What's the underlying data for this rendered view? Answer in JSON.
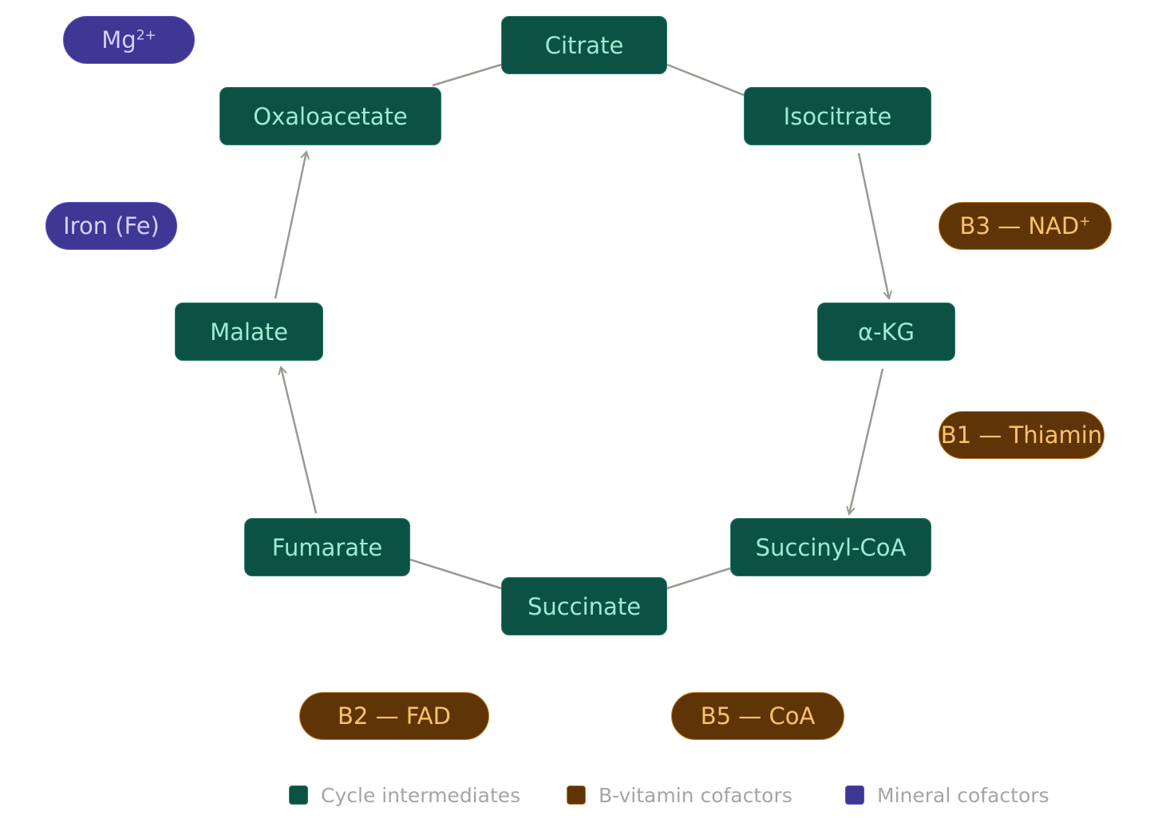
{
  "colors": {
    "cycle_fill": "#0b5245",
    "cycle_text": "#9eead3",
    "vitamin_fill": "#5f3507",
    "vitamin_text": "#f7c36b",
    "mineral_fill": "#3e3794",
    "mineral_text": "#d6cfff",
    "edge": "#9a9a92",
    "legend_text": "#a5a5a5"
  },
  "cycle": {
    "citrate": "Citrate",
    "isocitrate": "Isocitrate",
    "akg": "α-KG",
    "succinyl_coa": "Succinyl-CoA",
    "succinate": "Succinate",
    "fumarate": "Fumarate",
    "malate": "Malate",
    "oxaloacetate": "Oxaloacetate"
  },
  "vitamins": {
    "b3_base": "B3 — NAD",
    "b3_sup": "+",
    "b1": "B1 — Thiamin",
    "b2": "B2 — FAD",
    "b5": "B5 — CoA"
  },
  "minerals": {
    "mg_base": "Mg",
    "mg_sup": "2+",
    "iron": "Iron (Fe)"
  },
  "edges": [
    {
      "from": "oxaloacetate",
      "to": "citrate",
      "arrow": false
    },
    {
      "from": "citrate",
      "to": "isocitrate",
      "arrow": false
    },
    {
      "from": "isocitrate",
      "to": "akg",
      "arrow": true
    },
    {
      "from": "akg",
      "to": "succinyl_coa",
      "arrow": true
    },
    {
      "from": "succinyl_coa",
      "to": "succinate",
      "arrow": false
    },
    {
      "from": "succinate",
      "to": "fumarate",
      "arrow": false
    },
    {
      "from": "fumarate",
      "to": "malate",
      "arrow": true
    },
    {
      "from": "malate",
      "to": "oxaloacetate",
      "arrow": true
    }
  ],
  "legend": {
    "cycle": "Cycle intermediates",
    "vitamin": "B-vitamin cofactors",
    "mineral": "Mineral cofactors"
  }
}
